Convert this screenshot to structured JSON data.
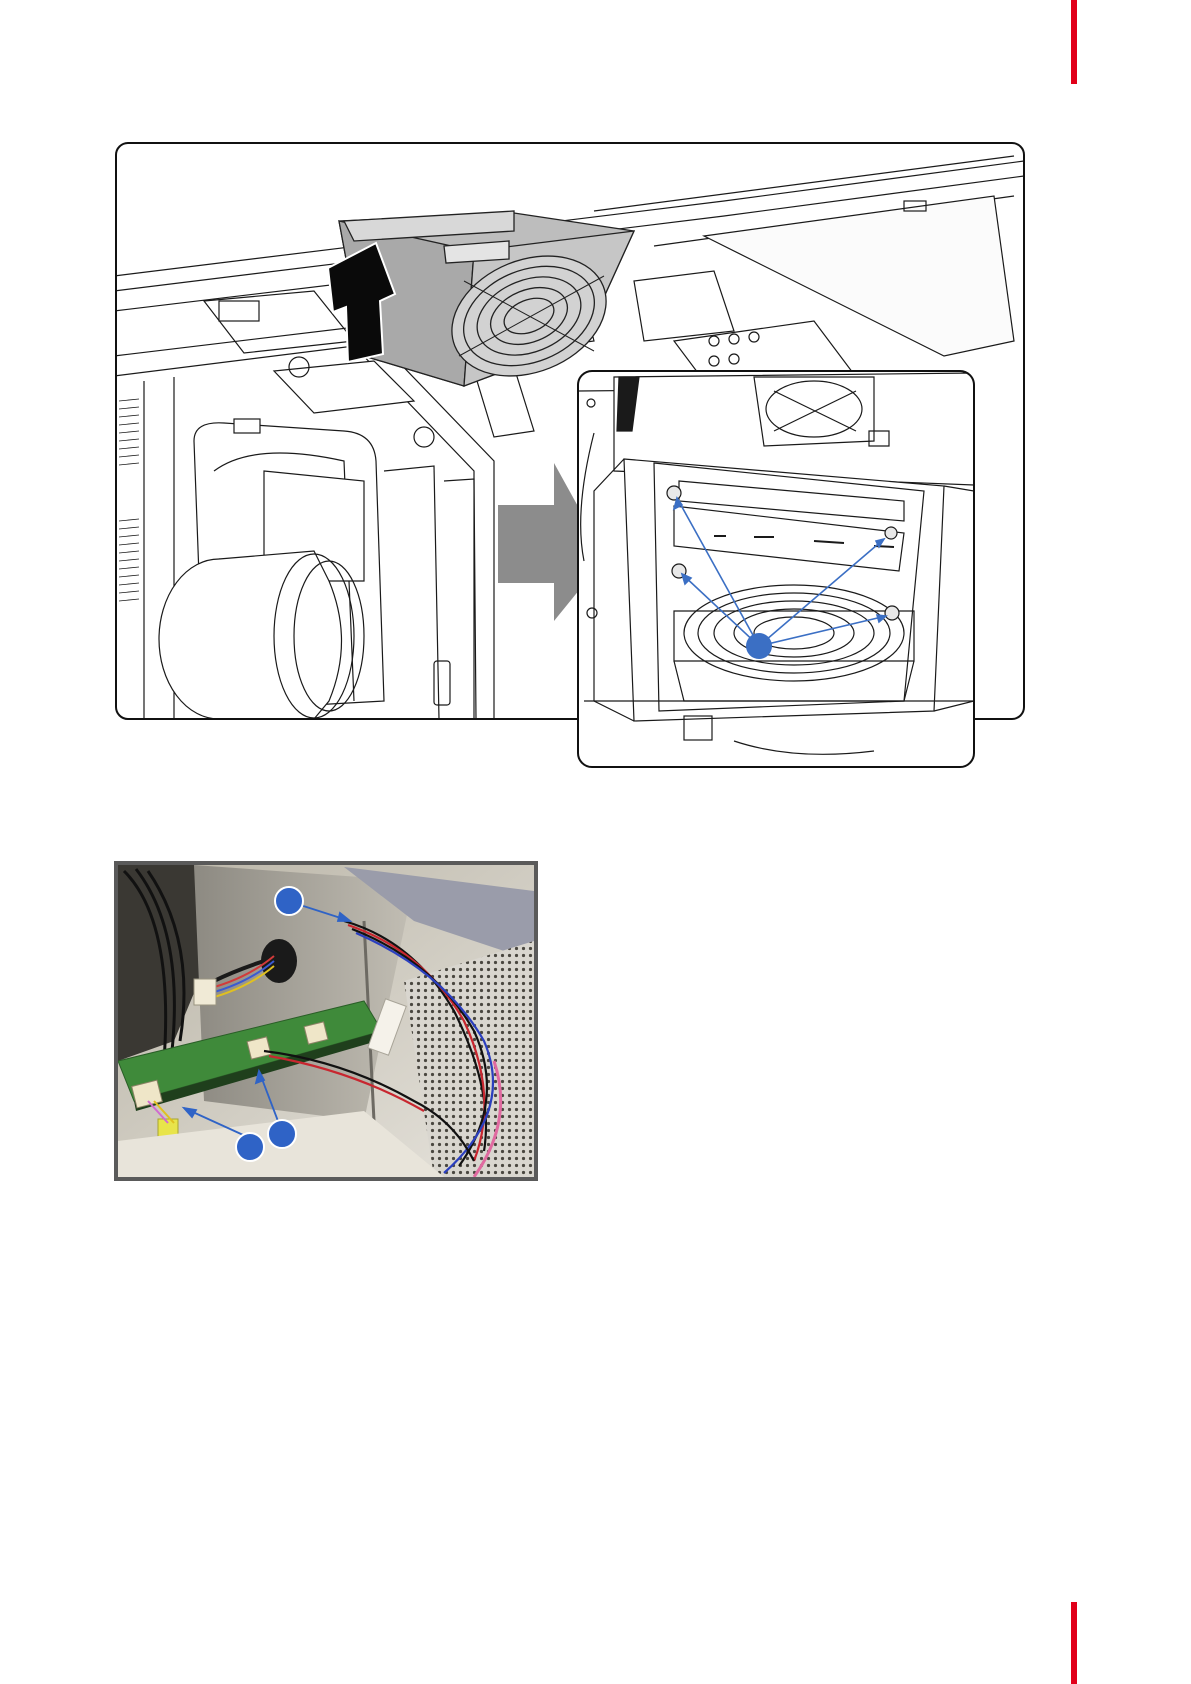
{
  "colors": {
    "brand_red": "#e1001a",
    "callout_blue": "#3b6fc4",
    "move_arrow": "#000000",
    "zoom_arrow": "#8c8c8c"
  },
  "figure_main": {
    "icons": [
      "upward-move-arrow",
      "zoom-arrow",
      "fan-unit",
      "screw"
    ],
    "callouts": [
      {
        "label": ""
      }
    ]
  },
  "figure_photo": {
    "callouts": [
      {
        "label": ""
      },
      {
        "label": ""
      },
      {
        "label": ""
      }
    ]
  }
}
